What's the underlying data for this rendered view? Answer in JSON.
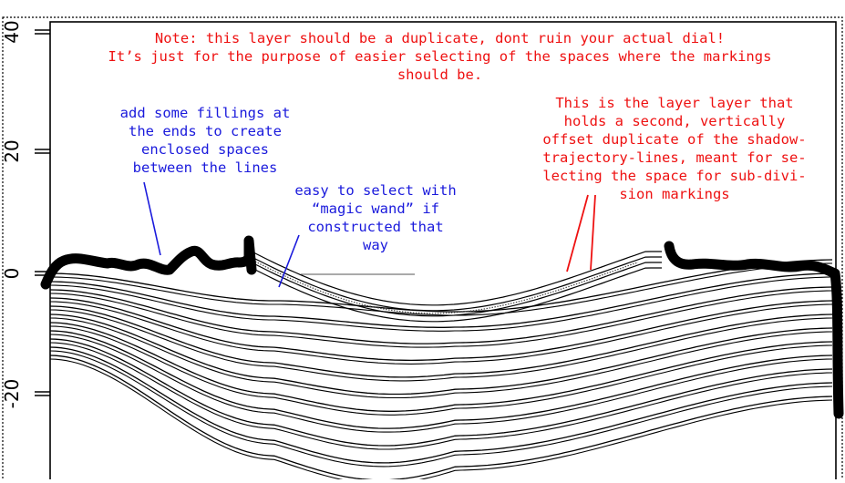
{
  "axis": {
    "y_ticks": [
      "40",
      "20",
      "0",
      "-20"
    ]
  },
  "annotations": {
    "note_top": [
      "Note: this layer should be a duplicate, dont ruin your actual dial!",
      "It’s just for the purpose of easier selecting of the spaces where the markings",
      "should be."
    ],
    "fillings": [
      "add some fillings at",
      "the ends to create",
      "enclosed spaces",
      "between the lines"
    ],
    "magic_wand": [
      "easy to select with",
      "“magic wand” if",
      "constructed that",
      "way"
    ],
    "layer_note": [
      "This is the layer layer that",
      "holds a second, vertically",
      "offset duplicate of the shadow-",
      "trajectory-lines, meant for se-",
      "lecting the space for sub-divi-",
      "sion markings"
    ]
  },
  "colors": {
    "red_text": "#ee1111",
    "blue_text": "#1a1adc",
    "lines": "#000000"
  }
}
